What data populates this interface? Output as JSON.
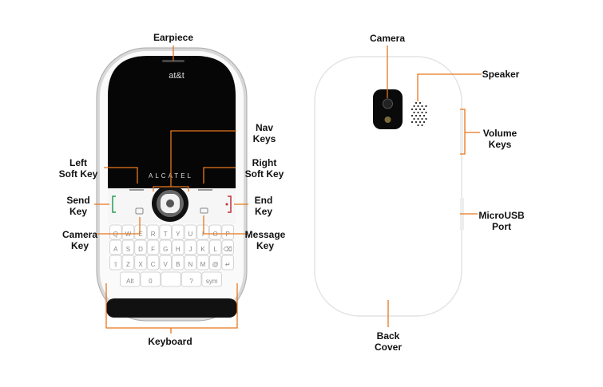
{
  "colors": {
    "callout_line": "#e8771c",
    "phone_body": "#ffffff",
    "screen": "#050505"
  },
  "front": {
    "brand_logo": "at&t",
    "maker": "ALCATEL",
    "labels": {
      "earpiece": [
        "Earpiece"
      ],
      "nav_keys": [
        "Nav",
        "Keys"
      ],
      "left_soft_key": [
        "Left",
        "Soft Key"
      ],
      "right_soft_key": [
        "Right",
        "Soft Key"
      ],
      "send_key": [
        "Send",
        "Key"
      ],
      "end_key": [
        "End",
        "Key"
      ],
      "camera_key": [
        "Camera",
        "Key"
      ],
      "message_key": [
        "Message",
        "Key"
      ],
      "keyboard": [
        "Keyboard"
      ]
    },
    "keys": [
      [
        "Q",
        "W",
        "E",
        "R",
        "T",
        "Y",
        "U",
        "I",
        "O",
        "P"
      ],
      [
        "A",
        "S",
        "D",
        "F",
        "G",
        "H",
        "J",
        "K",
        "L",
        "⌫"
      ],
      [
        "⇧",
        "Z",
        "X",
        "C",
        "V",
        "B",
        "N",
        "M",
        "@",
        "↵"
      ],
      [
        "Alt",
        "0",
        "␣",
        "?",
        "sym"
      ]
    ]
  },
  "back": {
    "labels": {
      "camera": [
        "Camera"
      ],
      "speaker": [
        "Speaker"
      ],
      "volume_keys": [
        "Volume",
        "Keys"
      ],
      "microusb_port": [
        "MicroUSB",
        "Port"
      ],
      "back_cover": [
        "Back",
        "Cover"
      ]
    }
  }
}
